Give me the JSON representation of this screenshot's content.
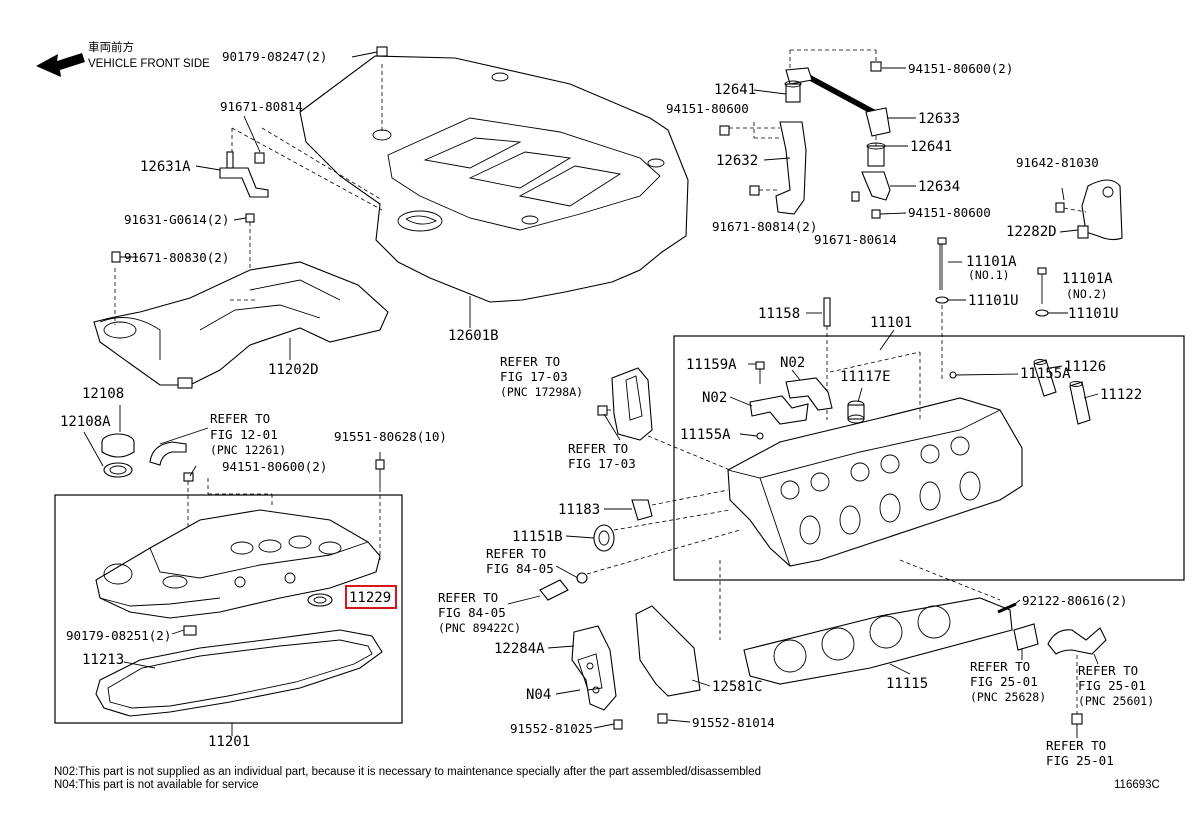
{
  "header": {
    "direction_jp": "車両前方",
    "direction_en": "VEHICLE FRONT SIDE"
  },
  "labels": {
    "p90179_08247": "90179-08247(2)",
    "p91671_80814a": "91671-80814",
    "p12631A": "12631A",
    "p91631_G0614": "91631-G0614(2)",
    "p91671_80830": "91671-80830(2)",
    "p11202D": "11202D",
    "p12601B": "12601B",
    "p12108": "12108",
    "p12108A": "12108A",
    "ref_12_01_a": "REFER TO",
    "ref_12_01_b": "FIG 12-01",
    "ref_12_01_c": "(PNC 12261)",
    "p94151_80600_2a": "94151-80600(2)",
    "p91551_80628": "91551-80628(10)",
    "p11229": "11229",
    "p90179_08251": "90179-08251(2)",
    "p11213": "11213",
    "p11201": "11201",
    "p12641a": "12641",
    "p94151_80600_b": "94151-80600",
    "p12632": "12632",
    "p91671_80814_2": "91671-80814(2)",
    "p94151_80600_2c": "94151-80600(2)",
    "p12633": "12633",
    "p12641b": "12641",
    "p12634": "12634",
    "p94151_80600_d": "94151-80600",
    "p91671_80614": "91671-80614",
    "p91642_81030": "91642-81030",
    "p12282D": "12282D",
    "p11101A_1": "11101A",
    "no1": "(NO.1)",
    "p11101U_1": "11101U",
    "p11101A_2": "11101A",
    "no2": "(NO.2)",
    "p11101U_2": "11101U",
    "p11158": "11158",
    "p11101": "11101",
    "ref_17_03a_a": "REFER TO",
    "ref_17_03a_b": "FIG 17-03",
    "ref_17_03a_c": "(PNC 17298A)",
    "p11159A": "11159A",
    "pN02a": "N02",
    "p11117E": "11117E",
    "pN02b": "N02",
    "p11155A_1": "11155A",
    "p11126": "11126",
    "p11122": "11122",
    "p11155A_2": "11155A",
    "ref_17_03b_a": "REFER TO",
    "ref_17_03b_b": "FIG 17-03",
    "p11183": "11183",
    "p11151B": "11151B",
    "ref_84_05a_a": "REFER TO",
    "ref_84_05a_b": "FIG 84-05",
    "ref_84_05b_a": "REFER TO",
    "ref_84_05b_b": "FIG 84-05",
    "ref_84_05b_c": "(PNC 89422C)",
    "p92122_80616": "92122-80616(2)",
    "p12284A": "12284A",
    "pN04": "N04",
    "p12581C": "12581C",
    "p11115": "11115",
    "ref_25_01a_a": "REFER TO",
    "ref_25_01a_b": "FIG 25-01",
    "ref_25_01a_c": "(PNC 25628)",
    "ref_25_01b_a": "REFER TO",
    "ref_25_01b_b": "FIG 25-01",
    "ref_25_01b_c": "(PNC 25601)",
    "p91552_81025": "91552-81025",
    "p91552_81014": "91552-81014",
    "ref_25_01c_a": "REFER TO",
    "ref_25_01c_b": "FIG 25-01"
  },
  "notes": {
    "n02": "N02:This part is not supplied as an individual part, because it is necessary to maintenance specially after the part assembled/disassembled",
    "n04": "N04:This part is not available for service"
  },
  "figure_code": "116693C",
  "highlight_color": "#d8141c"
}
